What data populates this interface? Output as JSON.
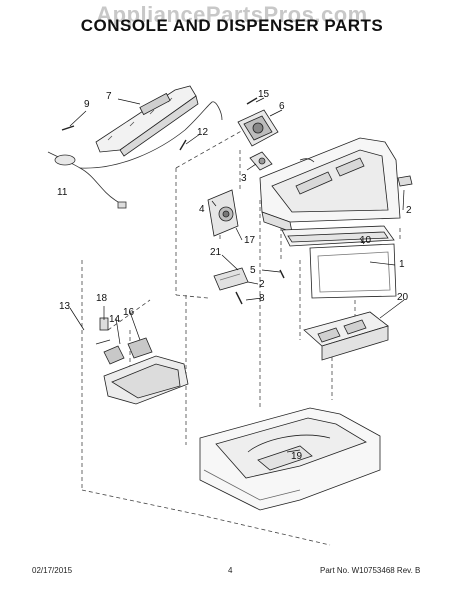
{
  "watermark": "AppliancePartsPros.com",
  "title": "CONSOLE AND DISPENSER PARTS",
  "callouts": {
    "c1": "1",
    "c2a": "2",
    "c2b": "2",
    "c3": "3",
    "c4": "4",
    "c5": "5",
    "c6": "6",
    "c7": "7",
    "c8": "8",
    "c9": "9",
    "c10": "10",
    "c11": "11",
    "c12": "12",
    "c13": "13",
    "c14": "14",
    "c15": "15",
    "c16": "16",
    "c17": "17",
    "c18": "18",
    "c19": "19",
    "c20": "20",
    "c21": "21"
  },
  "footer": {
    "date": "02/17/2015",
    "page": "4",
    "part_number": "Part No. W10753468  Rev. B"
  }
}
